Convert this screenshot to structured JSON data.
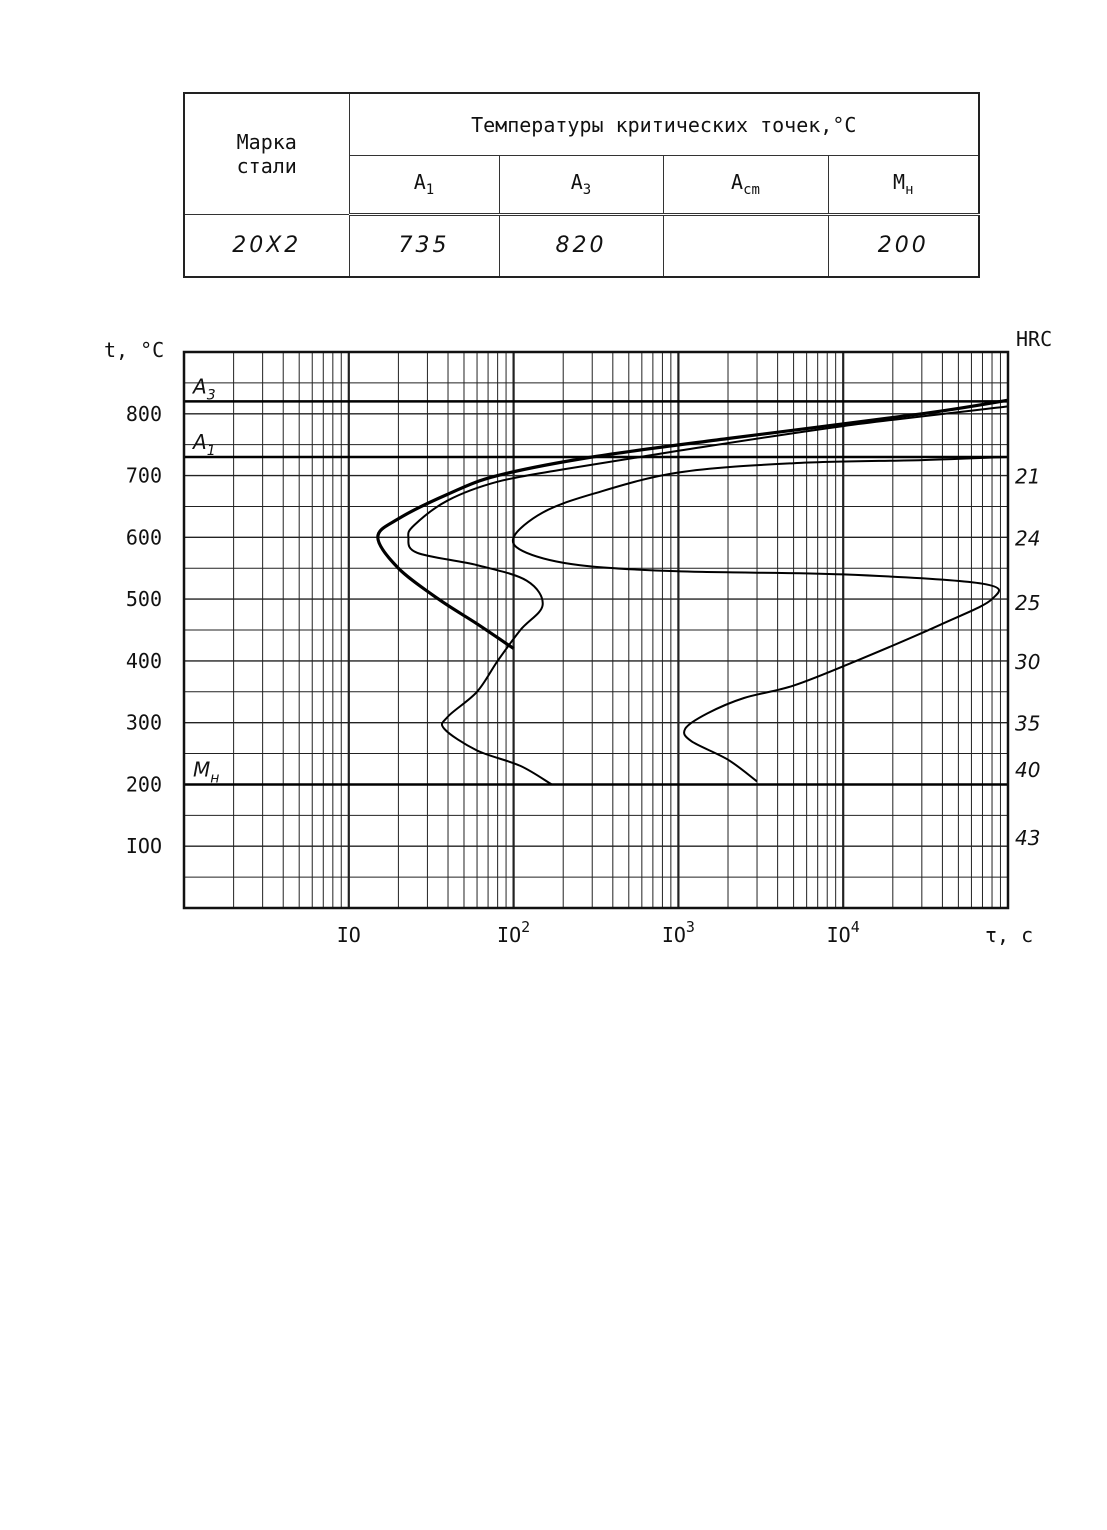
{
  "table": {
    "col_steel": "Марка стали",
    "col_temps": "Температуры критических точек,",
    "col_temps_unit": "°С",
    "sub_headers": [
      {
        "base": "A",
        "sub": "1"
      },
      {
        "base": "A",
        "sub": "3"
      },
      {
        "base": "A",
        "sub": "cm"
      },
      {
        "base": "M",
        "sub": "н"
      }
    ],
    "row": {
      "steel": "20Х2",
      "a1": "735",
      "a3": "820",
      "acm": "",
      "mn": "200"
    }
  },
  "chart_data": {
    "type": "line",
    "ylabel": "t, °С",
    "y2label": "HRC",
    "xlabel": "τ, с",
    "x_scale": "log",
    "xlim": [
      1,
      100000
    ],
    "ylim": [
      0,
      900
    ],
    "x_ticks": [
      {
        "value": 10,
        "base": "IO",
        "exp": ""
      },
      {
        "value": 100,
        "base": "IO",
        "exp": "2"
      },
      {
        "value": 1000,
        "base": "IO",
        "exp": "3"
      },
      {
        "value": 10000,
        "base": "IO",
        "exp": "4"
      }
    ],
    "y_ticks": [
      {
        "value": 800,
        "label": "800"
      },
      {
        "value": 700,
        "label": "700"
      },
      {
        "value": 600,
        "label": "600"
      },
      {
        "value": 500,
        "label": "500"
      },
      {
        "value": 400,
        "label": "400"
      },
      {
        "value": 300,
        "label": "300"
      },
      {
        "value": 200,
        "label": "200"
      },
      {
        "value": 100,
        "label": "IOO"
      }
    ],
    "hrc_labels": [
      {
        "temp": 700,
        "label": "21"
      },
      {
        "temp": 600,
        "label": "24"
      },
      {
        "temp": 495,
        "label": "25"
      },
      {
        "temp": 400,
        "label": "30"
      },
      {
        "temp": 300,
        "label": "35"
      },
      {
        "temp": 225,
        "label": "40"
      },
      {
        "temp": 115,
        "label": "43"
      }
    ],
    "reference_lines": [
      {
        "name": "A₃",
        "base": "A",
        "sub": "3",
        "value": 820
      },
      {
        "name": "A₁",
        "base": "A",
        "sub": "1",
        "value": 730
      },
      {
        "name": "Mн",
        "base": "M",
        "sub": "н",
        "value": 200
      }
    ],
    "grid": true,
    "series": [
      {
        "style": "bold",
        "points": [
          [
            100000,
            822
          ],
          [
            30000,
            800
          ],
          [
            2000,
            760
          ],
          [
            300,
            730
          ],
          [
            80,
            700
          ],
          [
            40,
            670
          ],
          [
            20,
            630
          ],
          [
            15,
            600
          ],
          [
            20,
            550
          ],
          [
            35,
            500
          ],
          [
            60,
            460
          ],
          [
            100,
            420
          ]
        ]
      },
      {
        "style": "normal",
        "points": [
          [
            100000,
            812
          ],
          [
            10000,
            780
          ],
          [
            1000,
            740
          ],
          [
            200,
            710
          ],
          [
            80,
            690
          ],
          [
            40,
            660
          ],
          [
            25,
            620
          ],
          [
            23,
            600
          ],
          [
            26,
            575
          ],
          [
            60,
            555
          ],
          [
            120,
            530
          ],
          [
            150,
            490
          ],
          [
            110,
            450
          ],
          [
            80,
            400
          ],
          [
            60,
            350
          ],
          [
            40,
            310
          ],
          [
            38,
            290
          ],
          [
            60,
            255
          ],
          [
            110,
            230
          ],
          [
            170,
            200
          ]
        ]
      },
      {
        "style": "normal",
        "points": [
          [
            100000,
            730
          ],
          [
            30000,
            725
          ],
          [
            5000,
            720
          ],
          [
            1000,
            705
          ],
          [
            300,
            670
          ],
          [
            150,
            640
          ],
          [
            100,
            600
          ],
          [
            120,
            575
          ],
          [
            250,
            555
          ],
          [
            1000,
            545
          ],
          [
            10000,
            540
          ],
          [
            70000,
            525
          ],
          [
            80000,
            500
          ],
          [
            40000,
            460
          ],
          [
            12000,
            400
          ],
          [
            5000,
            360
          ],
          [
            2500,
            340
          ],
          [
            1500,
            315
          ],
          [
            1100,
            290
          ],
          [
            1200,
            270
          ],
          [
            2000,
            240
          ],
          [
            3000,
            205
          ]
        ]
      }
    ]
  }
}
